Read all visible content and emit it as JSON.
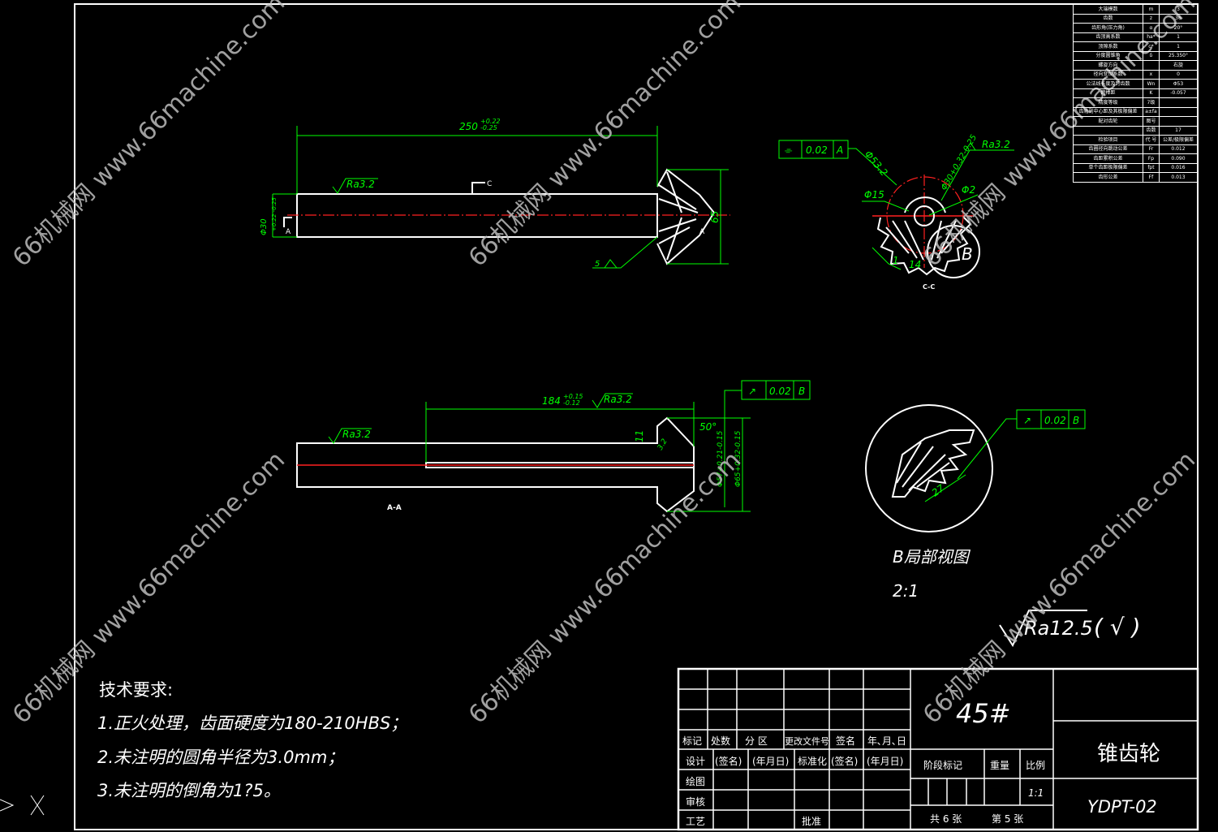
{
  "watermark": "66机械网 www.66machine.com",
  "colors": {
    "background": "#000000",
    "outline": "#ffffff",
    "dimension": "#00ff00",
    "centerline": "#ff2020",
    "hatch": "#00e5ff"
  },
  "param_table": [
    [
      "大端模数",
      "m",
      "3"
    ],
    [
      "齿数",
      "z",
      "36"
    ],
    [
      "齿形角(压力角)",
      "α",
      "20°"
    ],
    [
      "齿顶高系数",
      "ha*",
      "1"
    ],
    [
      "顶隙系数",
      "c*",
      "1"
    ],
    [
      "分度圆锥角",
      "δ",
      "25.350°"
    ],
    [
      "螺旋方向",
      "",
      "右旋"
    ],
    [
      "径向变位系数",
      "x",
      "0"
    ],
    [
      "公法线长度及跨齿数",
      "Wn",
      "Φ53"
    ],
    [
      "跨棒距",
      "K",
      "-0.057"
    ],
    [
      "精度等级",
      "7级",
      ""
    ],
    [
      "齿轮副中心距及其极限偏差",
      "a±fa",
      ""
    ],
    [
      "配对齿轮",
      "图号",
      ""
    ],
    [
      "",
      "齿数",
      "17"
    ],
    [
      "检验项目",
      "代 号",
      "公差/极限偏差"
    ],
    [
      "齿圈径向跳动公差",
      "Fr",
      "0.012"
    ],
    [
      "齿距累积公差",
      "Fp",
      "0.090"
    ],
    [
      "单个齿距极限偏差",
      "fpt",
      "0.016"
    ],
    [
      "齿形公差",
      "Ff",
      "0.013"
    ]
  ],
  "front_view": {
    "length_dim": "250",
    "length_tol_upper": "+0.22",
    "length_tol_lower": "-0.25",
    "dia_dim": "Φ30",
    "dia_tol": "+0.22 -0.25",
    "roughness": "Ra3.2",
    "gear_dia": "65",
    "weld": "5",
    "section_mark": "A",
    "section_c": "C"
  },
  "side_view": {
    "tolerance_frame": [
      "⌯",
      "0.02",
      "A"
    ],
    "d1": "Φ53.2",
    "d2": "Φ30+0.32-0.25",
    "d3": "Φ15",
    "d4": "Φ2",
    "roughness": "Ra3.2",
    "dim_1": "1",
    "dim_14": "14",
    "detail_mark": "B",
    "label": "C-C"
  },
  "section_view": {
    "length_dim": "184",
    "length_tol_upper": "+0.15",
    "length_tol_lower": "-0.12",
    "roughness": "Ra3.2",
    "roughness2": "Ra3.2",
    "angle": "50°",
    "dim_11": "11",
    "dim_3": "3.2",
    "dia_a": "Φ57+0.21-0.15",
    "dia_b": "Φ65+0.32-0.15",
    "tolerance_frame": [
      "↗",
      "0.02",
      "B"
    ],
    "label": "A-A"
  },
  "detail_view": {
    "tolerance_frame": [
      "↗",
      "0.02",
      "B"
    ],
    "dim": "27",
    "title": "B局部视图",
    "scale": "2:1"
  },
  "general_roughness": "Ra12.5",
  "general_roughness_suffix": "( √ )",
  "tech_req": {
    "title": "技术要求:",
    "items": [
      "1.正火处理，齿面硬度为180-210HBS；",
      "2.未注明的圆角半径为3.0mm；",
      "3.未注明的倒角为1?5。"
    ]
  },
  "title_block": {
    "rev_headers": [
      "标记",
      "处数",
      "分 区",
      "更改文件号",
      "签名",
      "年､月､日"
    ],
    "rows": [
      [
        "设计",
        "(签名)",
        "(年月日)",
        "标准化",
        "(签名)",
        "(年月日)"
      ],
      [
        "绘图"
      ],
      [
        "审核"
      ],
      [
        "工艺",
        "",
        "",
        "批准"
      ]
    ],
    "material": "45#",
    "stage_label": "阶段标记",
    "weight_label": "重量",
    "scale_label": "比例",
    "scale": "1:1",
    "sheets": "共 6 张",
    "sheet_no": "第 5 张",
    "part_name": "锥齿轮",
    "drawing_no": "YDPT-02"
  }
}
